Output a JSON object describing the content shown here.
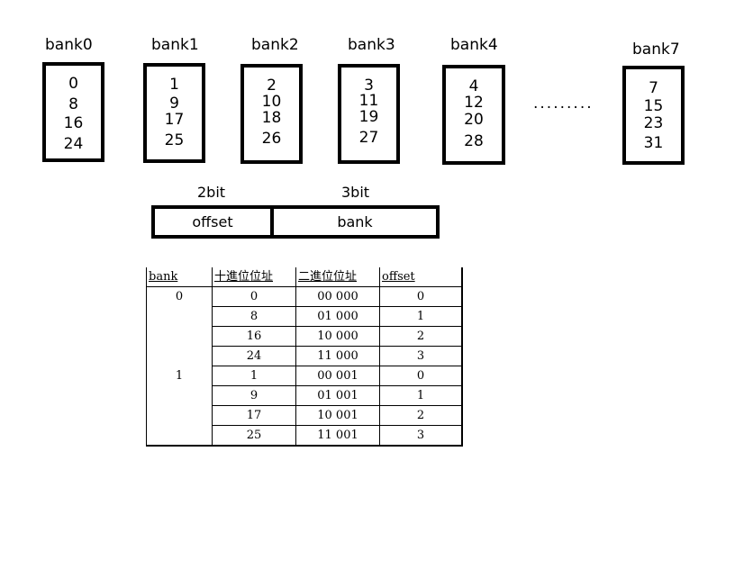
{
  "banks": [
    {
      "label": "bank0",
      "values": [
        "0",
        "8",
        "16",
        "24"
      ]
    },
    {
      "label": "bank1",
      "values": [
        "1",
        "9",
        "17",
        "25"
      ]
    },
    {
      "label": "bank2",
      "values": [
        "2",
        "10",
        "18",
        "26"
      ]
    },
    {
      "label": "bank3",
      "values": [
        "3",
        "11",
        "19",
        "27"
      ]
    },
    {
      "label": "bank4",
      "values": [
        "4",
        "12",
        "20",
        "28"
      ]
    },
    {
      "label": "bank7",
      "values": [
        "7",
        "15",
        "23",
        "31"
      ]
    }
  ],
  "ellipsis": "·········",
  "address_format": {
    "offset_bits": "2bit",
    "bank_bits": "3bit",
    "offset_label": "offset",
    "bank_label": "bank"
  },
  "table": {
    "headers": [
      "bank",
      "十進位位址",
      "二進位位址",
      "offset"
    ],
    "rows": [
      [
        "0",
        "0",
        "00 000",
        "0"
      ],
      [
        "",
        "8",
        "01 000",
        "1"
      ],
      [
        "",
        "16",
        "10 000",
        "2"
      ],
      [
        "",
        "24",
        "11 000",
        "3"
      ],
      [
        "1",
        "1",
        "00 001",
        "0"
      ],
      [
        "",
        "9",
        "01 001",
        "1"
      ],
      [
        "",
        "17",
        "10 001",
        "2"
      ],
      [
        "",
        "25",
        "11 001",
        "3"
      ]
    ]
  }
}
